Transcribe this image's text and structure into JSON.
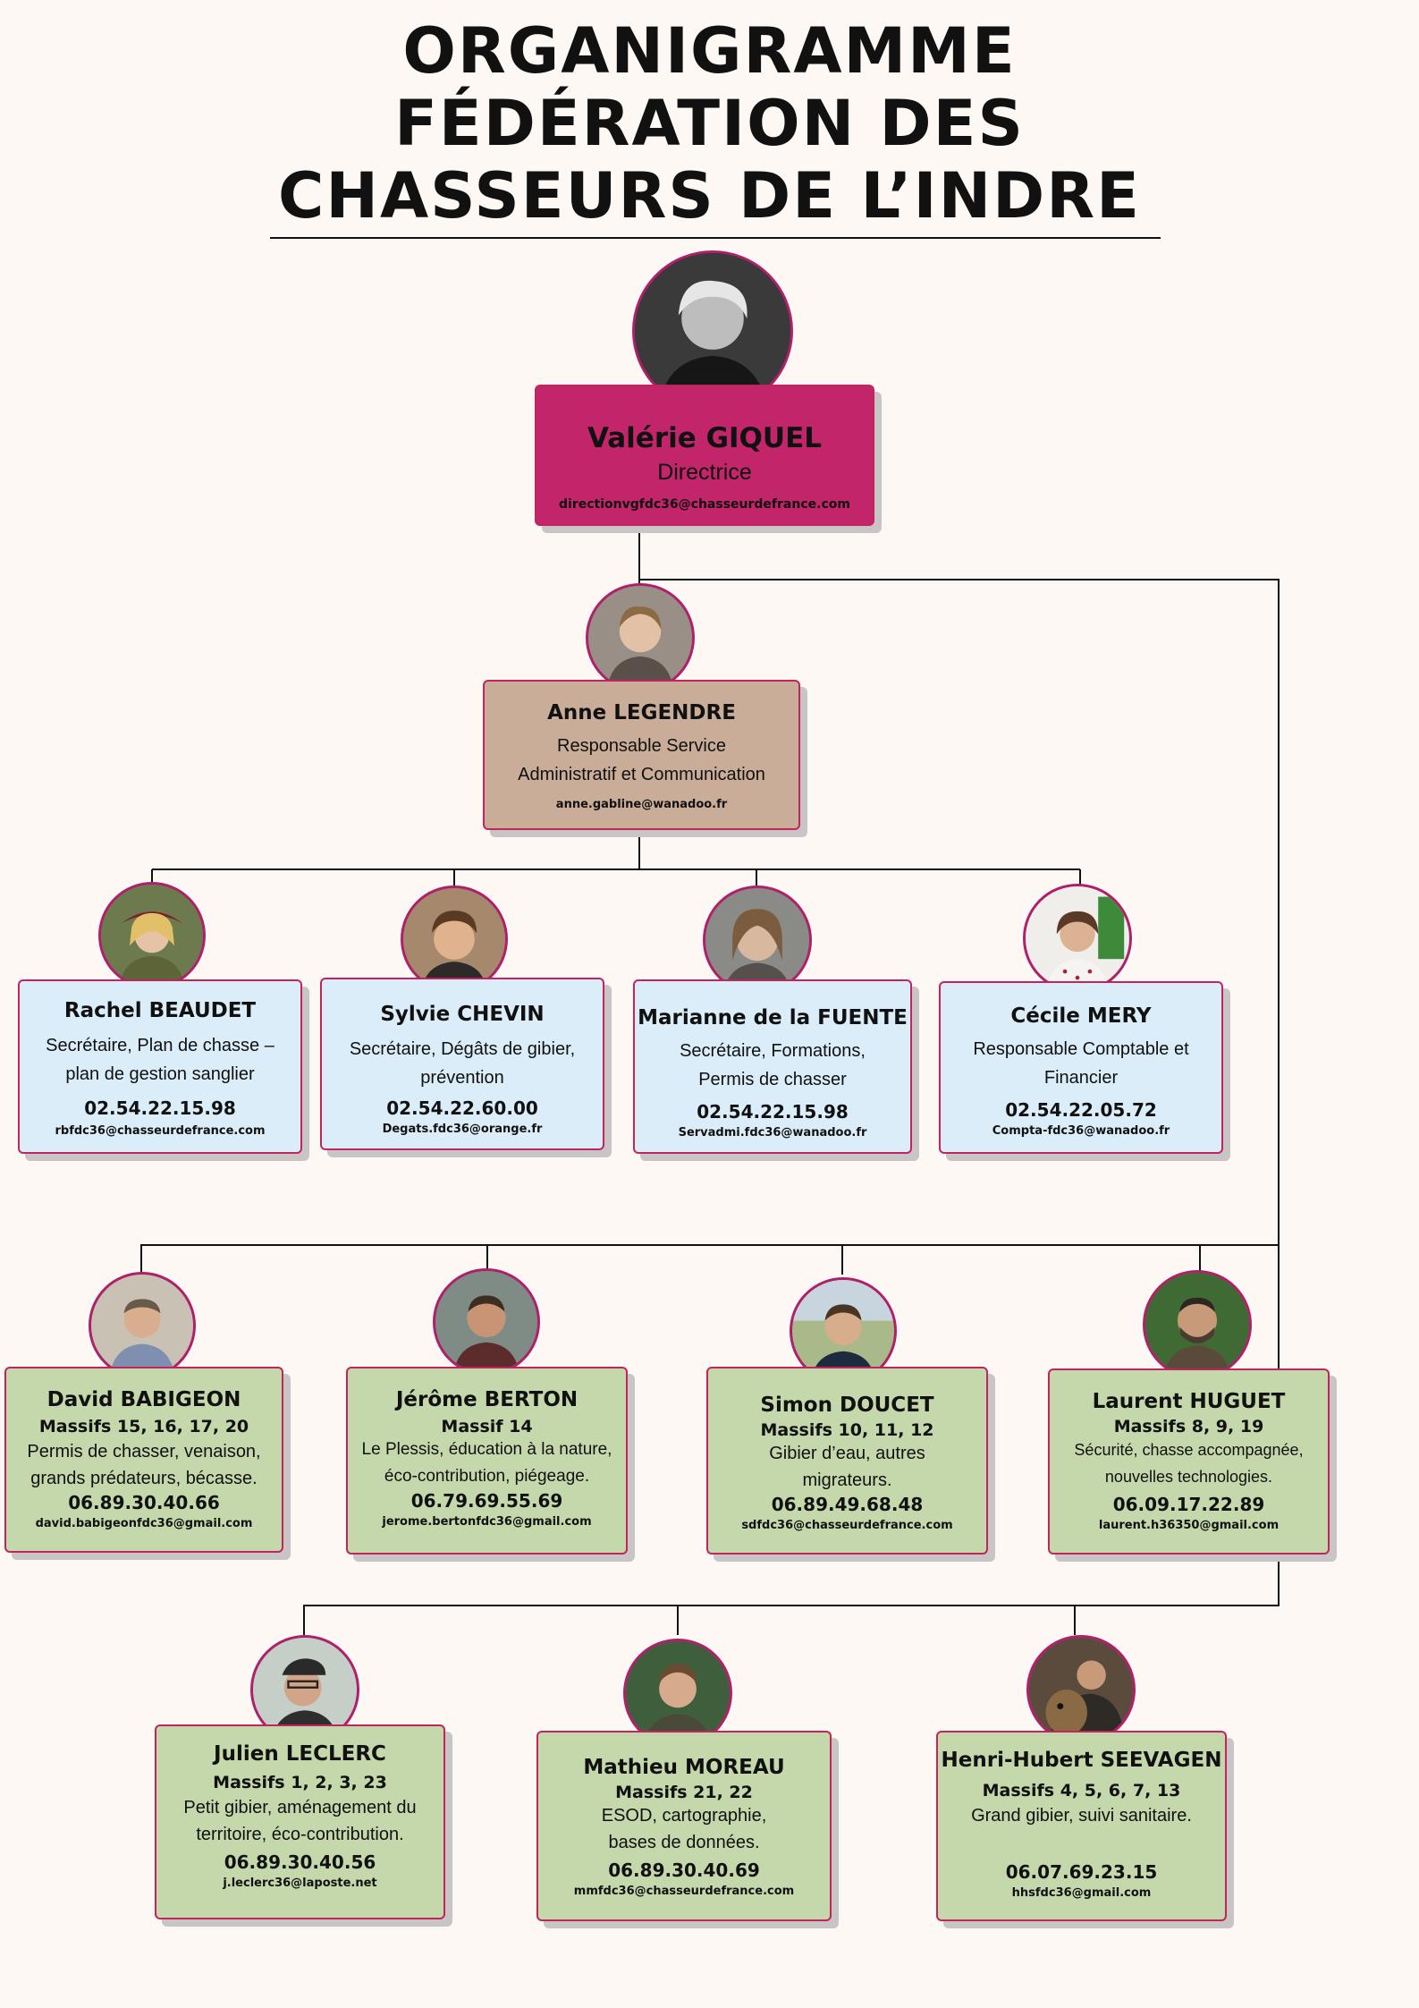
{
  "title": {
    "line1": "ORGANIGRAMME",
    "line2": "FÉDÉRATION DES",
    "line3": "CHASSEURS DE L’INDRE"
  },
  "director": {
    "name": "Valérie GIQUEL",
    "role": "Directrice",
    "email": "directionvgfdc36@chasseurdefrance.com"
  },
  "admin_head": {
    "name": "Anne LEGENDRE",
    "role_line1": "Responsable Service",
    "role_line2": "Administratif et Communication",
    "email": "anne.gabline@wanadoo.fr"
  },
  "staff": [
    {
      "name": "Rachel BEAUDET",
      "role_line1": "Secrétaire, Plan de chasse –",
      "role_line2": "plan de gestion sanglier",
      "phone": "02.54.22.15.98",
      "email": "rbfdc36@chasseurdefrance.com"
    },
    {
      "name": "Sylvie CHEVIN",
      "role_line1": "Secrétaire, Dégâts de gibier,",
      "role_line2": "prévention",
      "phone": "02.54.22.60.00",
      "email": "Degats.fdc36@orange.fr"
    },
    {
      "name": "Marianne de la FUENTE",
      "role_line1": "Secrétaire, Formations,",
      "role_line2": "Permis de chasser",
      "phone": "02.54.22.15.98",
      "email": "Servadmi.fdc36@wanadoo.fr"
    },
    {
      "name": "Cécile MERY",
      "role_line1": "Responsable Comptable et",
      "role_line2": "Financier",
      "phone": "02.54.22.05.72",
      "email": "Compta-fdc36@wanadoo.fr"
    }
  ],
  "technicians": [
    {
      "name": "David BABIGEON",
      "massif": "Massifs 15, 16, 17, 20",
      "role_line1": "Permis de chasser, venaison,",
      "role_line2": "grands prédateurs, bécasse.",
      "phone": "06.89.30.40.66",
      "email": "david.babigeonfdc36@gmail.com"
    },
    {
      "name": "Jérôme BERTON",
      "massif": "Massif 14",
      "role_line1": "Le Plessis, éducation à la nature,",
      "role_line2": "éco-contribution, piégeage.",
      "phone": "06.79.69.55.69",
      "email": "jerome.bertonfdc36@gmail.com"
    },
    {
      "name": "Simon DOUCET",
      "massif": "Massifs 10, 11, 12",
      "role_line1": "Gibier d’eau, autres",
      "role_line2": "migrateurs.",
      "phone": "06.89.49.68.48",
      "email": "sdfdc36@chasseurdefrance.com"
    },
    {
      "name": "Laurent HUGUET",
      "massif": "Massifs 8, 9, 19",
      "role_line1": "Sécurité, chasse accompagnée,",
      "role_line2": "nouvelles technologies.",
      "phone": "06.09.17.22.89",
      "email": "laurent.h36350@gmail.com"
    },
    {
      "name": "Julien LECLERC",
      "massif": "Massifs 1, 2, 3, 23",
      "role_line1": "Petit gibier, aménagement du",
      "role_line2": "territoire, éco-contribution.",
      "phone": "06.89.30.40.56",
      "email": "j.leclerc36@laposte.net"
    },
    {
      "name": "Mathieu MOREAU",
      "massif": "Massifs 21, 22",
      "role_line1": "ESOD, cartographie,",
      "role_line2": "bases de données.",
      "phone": "06.89.30.40.69",
      "email": "mmfdc36@chasseurdefrance.com"
    },
    {
      "name": "Henri-Hubert SEEVAGEN",
      "massif": "Massifs 4, 5, 6, 7, 13",
      "role_line1": "Grand gibier, suivi sanitaire.",
      "role_line2": "",
      "phone": "06.07.69.23.15",
      "email": "hhsfdc36@gmail.com"
    }
  ],
  "colors": {
    "background": "#fdf8f4",
    "director": "#c2256a",
    "admin": "#c9ad98",
    "staff": "#daedf8",
    "technicians": "#c5d8ac",
    "border": "#c2255c",
    "shadow": "#c9c5c7"
  }
}
